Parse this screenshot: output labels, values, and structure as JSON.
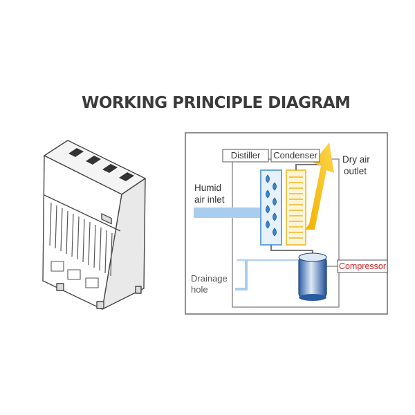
{
  "title": "WORKING PRINCIPLE DIAGRAM",
  "labels": {
    "distiller": "Distiller",
    "condenser": "Condenser",
    "humid_line1": "Humid",
    "humid_line2": "air inlet",
    "dry_line1": "Dry air",
    "dry_line2": "outlet",
    "drain_line1": "Drainage",
    "drain_line2": "hole",
    "compressor": "Compressor"
  },
  "colors": {
    "title": "#3b3b3b",
    "compressor_label": "#cc2222",
    "dry_air_arrow": "#f5b800",
    "humid_air_arrow": "#a9cdee",
    "condenser": "#f3c24a",
    "distiller": "#6aa3d8"
  }
}
